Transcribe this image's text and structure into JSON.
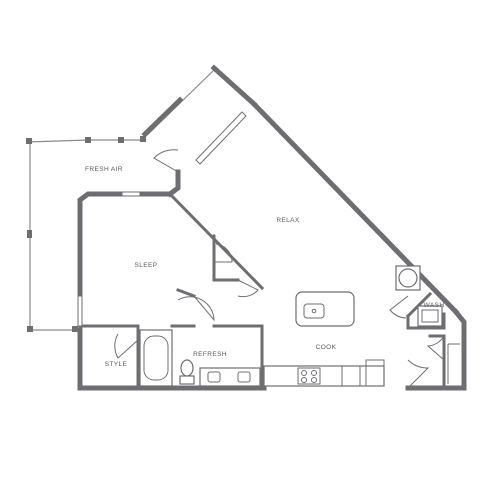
{
  "rooms": {
    "fresh_air": "FRESH AIR",
    "relax": "RELAX",
    "sleep": "SLEEP",
    "style": "STYLE",
    "refresh": "REFRESH",
    "cook": "COOK",
    "wash": "WASH"
  },
  "colors": {
    "wall": "#6d6e71",
    "label": "#58595b",
    "background": "#ffffff"
  }
}
